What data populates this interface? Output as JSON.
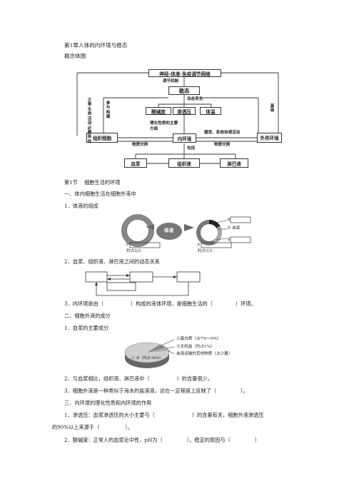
{
  "header": {
    "chapter_title": "第1章人体的内环境与稳态",
    "concept_map_title": "概念体图"
  },
  "concept_map": {
    "network": "神经-体液-免疫调节网络",
    "regulation_mechanism": "调节机制",
    "homeostasis": "稳态",
    "dynamic_change": "动态变化",
    "ph": "酸碱度",
    "osmotic": "渗透压",
    "temperature": "体温",
    "physchem": "理化性质的主要方面",
    "internal_env": "内环境",
    "tissue_cell": "组织细胞",
    "external_env": "外界环境",
    "organs_systems": "器官、系统协调活动",
    "material_exchange_left": "物质交换",
    "material_exchange_right": "物质交换",
    "includes": "包括",
    "plasma": "血浆",
    "tissue_fluid": "组织液",
    "lymph": "淋巴液",
    "left_vertical": "正常生命活动必要条件",
    "participate": "参与构建",
    "basis": "基础"
  },
  "section1": {
    "title": "第1节    细胞生活的环境",
    "h1": "一、体内细胞生活在细胞外液中",
    "q1": "1．体液的组成",
    "q2": "2．血浆、组织液、淋巴液之间的动态关系",
    "q3_prefix": "3．内环境是由（",
    "q3_mid": "）构成的液体环境，是细胞生活的（",
    "q3_suffix": "）环境。",
    "h2": "二、细胞外液的成分",
    "p1": "1．血浆的主要成分",
    "p2_prefix": "2．与血浆相比，组织液、淋巴液中（",
    "p2_suffix": "）的含量很少。",
    "p3_prefix": "3．细胞外液是一种类似于海水的盐溶液，这在一定程度上反映了（",
    "p3_suffix": "）。",
    "h3": "三、内环境的理化性质和内环境的作用",
    "r1_prefix": "1．渗透压：血浆渗透压的大小主要与（",
    "r1_suffix": "）的含量有关，细胞外液渗透压",
    "r1_cont_prefix": "的90%以上来源于（",
    "r1_cont_suffix": "）。",
    "r2_prefix": "2．酸碱度：正常人的血浆近中性，pH为（",
    "r2_mid": "）。稳定的原因与（",
    "r2_suffix": "）"
  },
  "body_fluid_diagram": {
    "center": "体液",
    "label1": "①",
    "ratio1": "约占2/3",
    "label2": "②",
    "ratio2": "约占1/3",
    "label3": "③",
    "label4": "④ 血浆",
    "label5": "⑤"
  },
  "pie": {
    "water": "①  水（约占 90%）",
    "protein": "②蛋白质（占7%～9%）",
    "inorganic": "③无机盐（约占1%）",
    "other": "血液运输的其他物质（占少量）"
  }
}
